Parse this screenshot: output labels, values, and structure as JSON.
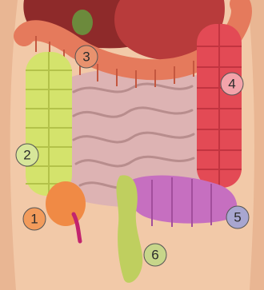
{
  "markers": [
    {
      "label": "1",
      "color": "#f29b5b"
    },
    {
      "label": "2",
      "color": "#d7e69a"
    },
    {
      "label": "3",
      "color": "#e8926e"
    },
    {
      "label": "4",
      "color": "#f3a3aa"
    },
    {
      "label": "5",
      "color": "#a8a6d0"
    },
    {
      "label": "6",
      "color": "#c7d68a"
    }
  ],
  "colors": {
    "skin": "#f2c9a8",
    "skin_shade": "#e6ae8a",
    "liver": "#8e2a2a",
    "stomach": "#b83b3b",
    "gallbladder": "#6c8a3c",
    "transverse_colon": "#e57a5c",
    "ascending_colon": "#d4e36c",
    "cecum": "#f08a45",
    "appendix": "#c2246e",
    "descending_colon": "#e34a55",
    "small_intestine": "#ddb3b3",
    "sigmoid_colon": "#c66fc0",
    "rectum": "#bfcf5f"
  }
}
